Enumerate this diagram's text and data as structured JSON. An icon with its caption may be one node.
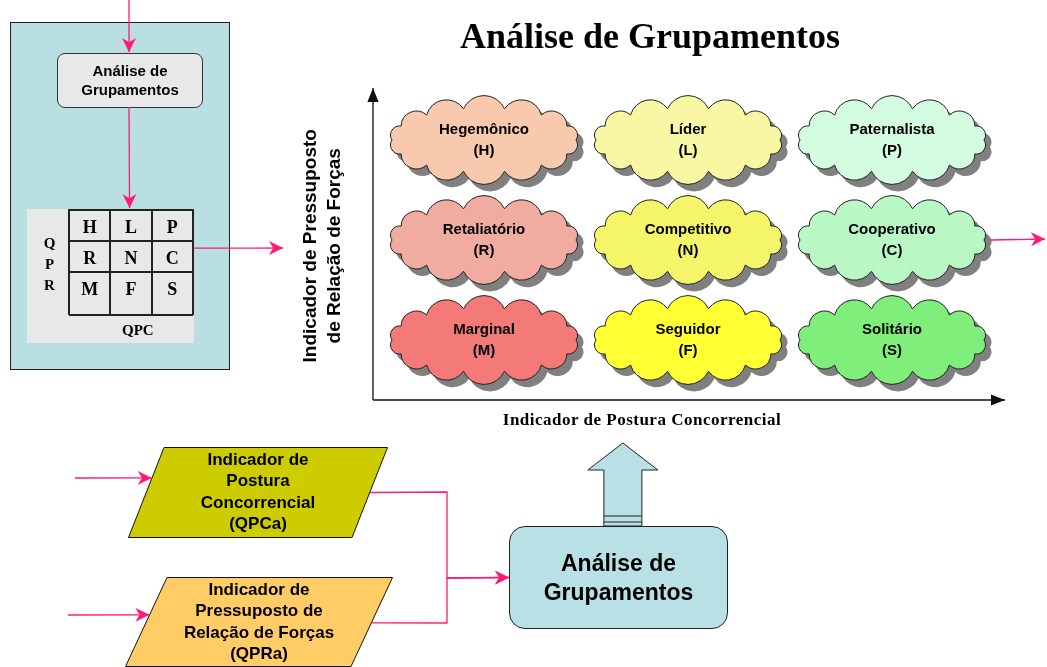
{
  "diagram": {
    "title": "Análise de Grupamentos",
    "nodes": [
      {
        "text": [],
        "shape": "box"
      },
      {
        "text": [
          "Análise de Grupamentos"
        ],
        "in": 0
      },
      {
        "text": [],
        "shape": "box",
        "in": 0
      },
      {
        "text": [
          "Hegemônico (H)"
        ]
      },
      {
        "text": [
          "Líder (L)"
        ]
      },
      {
        "text": [
          "Paternalista (P)"
        ]
      },
      {
        "text": [
          "Retaliatório (R)"
        ]
      },
      {
        "text": [
          "Competitivo (N)"
        ]
      },
      {
        "text": [
          "Cooperativo (C)"
        ]
      },
      {
        "text": [
          "Marginal (M)"
        ]
      },
      {
        "text": [
          "Seguidor (F)"
        ]
      },
      {
        "text": [
          "Solitário (S)"
        ]
      },
      {
        "text": [
          "Indicador de Postura Concorrencial (QPCa)"
        ]
      },
      {
        "text": [
          "Indicador de Pressuposto de Relação de Forças (QPRa)"
        ]
      },
      {
        "text": [
          "Análise de Grupamentos"
        ]
      }
    ],
    "edges": [
      {
        "from": null,
        "to": 1,
        "arrow": "to"
      },
      {
        "from": 1,
        "to": 2,
        "arrow": "to"
      },
      {
        "from": 2,
        "to": null,
        "arrow": "to"
      },
      {
        "from": 8,
        "to": null,
        "arrow": "to"
      },
      {
        "from": null,
        "to": 12,
        "arrow": "to"
      },
      {
        "from": null,
        "to": 13,
        "arrow": "to"
      },
      {
        "from": 12,
        "to": 14,
        "arrow": "to"
      },
      {
        "from": 13,
        "to": 14,
        "arrow": "to"
      },
      {
        "from": 14,
        "to": null,
        "arrow": "to",
        "style": "thick",
        "color": "#b9e0e4"
      }
    ],
    "labels": [
      "Indicador de Pressuposto de Relação de Forças",
      "Indicador de Postura Concorrencial",
      "QPR",
      "H",
      "L",
      "P",
      "R",
      "N",
      "C",
      "M",
      "F",
      "S",
      "QPC"
    ]
  }
}
